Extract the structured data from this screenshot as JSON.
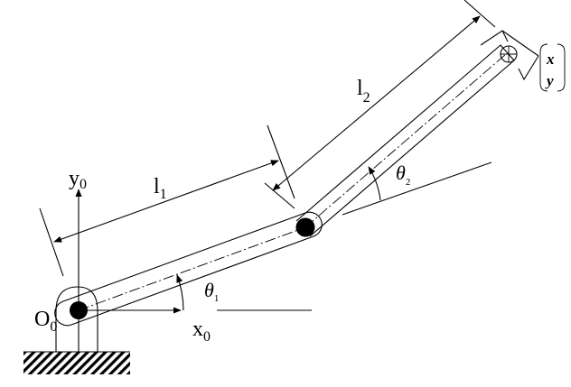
{
  "labels": {
    "y0": {
      "main": "y",
      "sub": "0"
    },
    "x0": {
      "main": "x",
      "sub": "0"
    },
    "origin": {
      "main": "O",
      "sub": "0"
    },
    "l1": {
      "main": "l",
      "sub": "1"
    },
    "l2": {
      "main": "l",
      "sub": "2"
    },
    "theta1": {
      "main": "θ",
      "sub": "1"
    },
    "theta2": {
      "main": "θ",
      "sub": "2"
    },
    "end_vector": {
      "x": "x",
      "y": "y"
    }
  }
}
